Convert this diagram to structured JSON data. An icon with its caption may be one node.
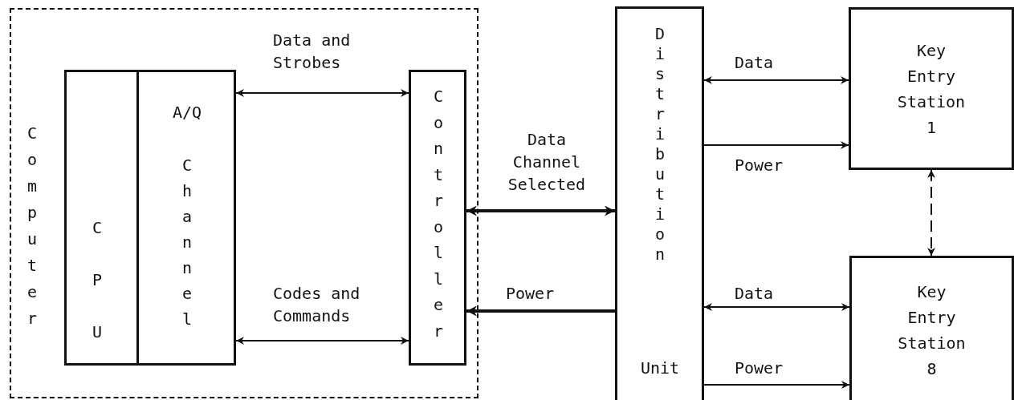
{
  "diagram": {
    "nodes": [
      {
        "text": [
          "Computer"
        ]
      },
      {
        "text": [
          "CPU"
        ],
        "in": 0
      },
      {
        "text": [
          "A/Q",
          "Channel"
        ],
        "in": 0
      },
      {
        "text": [
          "Controller"
        ],
        "in": 0
      },
      {
        "text": [
          "Distribution",
          "Unit"
        ]
      },
      {
        "text": [
          "Key Entry Station 1"
        ]
      },
      {
        "text": [
          "Key Entry Station 8"
        ]
      }
    ],
    "edges": [
      {
        "from": 2,
        "to": 3,
        "arrow": "both",
        "label": "Data and Strobes"
      },
      {
        "from": 2,
        "to": 3,
        "arrow": "both",
        "label": "Codes and Commands"
      },
      {
        "from": 3,
        "to": 4,
        "arrow": "both",
        "label": "Data Channel Selected",
        "style": "thick"
      },
      {
        "from": 4,
        "to": 3,
        "arrow": "to",
        "label": "Power",
        "style": "thick"
      },
      {
        "from": 4,
        "to": 5,
        "arrow": "both",
        "label": "Data"
      },
      {
        "from": 4,
        "to": 5,
        "arrow": "to",
        "label": "Power"
      },
      {
        "from": 5,
        "to": 6,
        "arrow": "both",
        "style": "dashed"
      },
      {
        "from": 4,
        "to": 6,
        "arrow": "both",
        "label": "Data"
      },
      {
        "from": 4,
        "to": 6,
        "arrow": "to",
        "label": "Power"
      }
    ]
  }
}
